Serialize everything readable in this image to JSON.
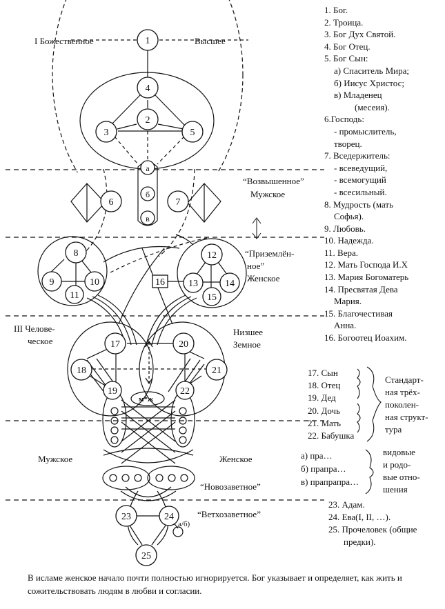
{
  "labels": {
    "divine": "I Божественное",
    "highest": "Высшее",
    "exalted_line1": "“Возвышенное”",
    "exalted_line2": "Мужское",
    "grounded_line1": "“Приземлён-",
    "grounded_line2": "ное”",
    "grounded_line3": "Женское",
    "human_line1": "III Челове-",
    "human_line2": "ческое",
    "lower_line1": "Низшее",
    "lower_line2": "Земное",
    "male": "Мужское",
    "female": "Женское",
    "new_testament": "“Новозаветное”",
    "old_testament": "“Ветхозаветное”",
    "mzh": "м*ж",
    "ab": "а/б)"
  },
  "nodes": [
    "1",
    "2",
    "3",
    "4",
    "5",
    "а",
    "б",
    "в",
    "6",
    "7",
    "8",
    "9",
    "10",
    "11",
    "12",
    "13",
    "14",
    "15",
    "16",
    "17",
    "18",
    "19",
    "20",
    "21",
    "22",
    "23",
    "24",
    "25"
  ],
  "legend": [
    "1. Бог.",
    "2. Троица.",
    "3. Бог Дух Святой.",
    "4. Бог Отец.",
    "5. Бог Сын:",
    "а) Спаситель Мира;",
    "б) Иисус Христос;",
    "в) Младенец",
    "(месеия).",
    "6.Господь:",
    "- промыслитель,",
    "творец.",
    "7. Вседержитель:",
    "- всеведущий,",
    "- всемогущий",
    "- всесильный.",
    "8. Мудрость (мать",
    "Софья).",
    "9. Любовь.",
    "10. Надежда.",
    "11. Вера.",
    "12. Мать Господа И.Х",
    "13. Мария Богоматерь",
    "14. Пресвятая Дева",
    "Мария.",
    "15. Благочестивая",
    "Анна.",
    "16. Богоотец Иоахим."
  ],
  "family": [
    "17. Сын",
    "18. Отец",
    "19. Дед",
    "20. Дочь",
    "21. Мать",
    "22. Бабушка"
  ],
  "family_note": [
    "Стандарт-",
    "ная трёх-",
    "поколен-",
    "ная структ-",
    "тура"
  ],
  "generations": [
    "а) пра…",
    "б) прапра…",
    "в) прапрапра…"
  ],
  "generations_note": [
    "видовые",
    "и родо-",
    "вые отно-",
    "шения"
  ],
  "ancestors": [
    "23. Адам.",
    "24. Ева(I, II, …).",
    "25. Прочеловек (общие",
    "предки)."
  ],
  "caption": "В исламе женское начало почти полностью игнорируется. Бог указывает и определяет, как жить и сожительствовать людям в любви и согласии."
}
